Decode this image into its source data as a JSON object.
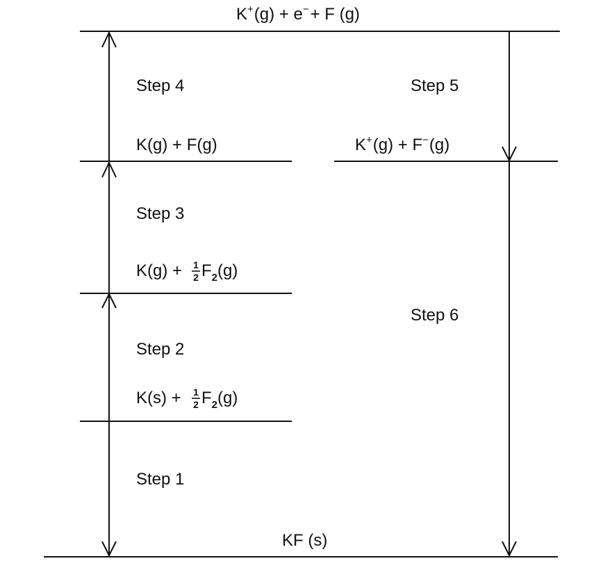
{
  "levels": {
    "top": {
      "parts": [
        "K",
        "+",
        "(g) + e",
        "−",
        "+ F (g)"
      ]
    },
    "k_f_gas": {
      "label": "K(g) + F(g)"
    },
    "k_f2_gas": {
      "parts": [
        "K(g) + ",
        "1",
        "2",
        "F",
        "2",
        "(g)"
      ]
    },
    "k_s_f2_gas": {
      "parts": [
        "K(s) + ",
        "1",
        "2",
        "F",
        "2",
        "(g)"
      ]
    },
    "ions": {
      "parts": [
        "K",
        "+",
        "(g) + F",
        "−",
        "(g)"
      ]
    },
    "kf_solid": {
      "label": "KF (s)"
    }
  },
  "steps": {
    "step1": "Step 1",
    "step2": "Step 2",
    "step3": "Step 3",
    "step4": "Step 4",
    "step5": "Step 5",
    "step6": "Step 6"
  },
  "colors": {
    "line": "#111111",
    "background": "#ffffff"
  }
}
